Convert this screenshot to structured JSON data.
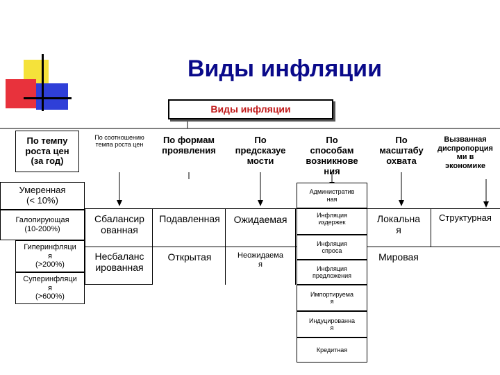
{
  "slide_title": "Виды инфляции",
  "root_label": "Виды инфляции",
  "categories": {
    "by_rate": "По темпу\nроста цен\n(за год)",
    "by_ratio": "По соотношению\nтемпа роста цен",
    "by_form": "По формам\nпроявления",
    "by_expectation": "По\nпредсказуе\nмости",
    "by_origin": "По\nспособам\nвозникнове\nния",
    "by_scale": "По\nмасштабу\nохвата",
    "by_disproportion": "Вызванная\nдиспропорция\nми в\nэкономике"
  },
  "rate_items": [
    "Умеренная\n(< 10%)",
    "Галопирующая\n(10-200%)",
    "Гиперинфляци\nя\n(>200%)",
    "Суперинфляци\nя\n(>600%)"
  ],
  "ratio_items": [
    "Сбалансир\nованная",
    "Несбаланс\nированная"
  ],
  "form_items": [
    "Подавленная",
    "Открытая"
  ],
  "expectation_items": [
    "Ожидаемая",
    "Неожидаема\nя"
  ],
  "origin_items": [
    "Административ\nная",
    "Инфляция\nиздержек",
    "Инфляция\nспроса",
    "Инфляция\nпредложения",
    "Импортируема\nя",
    "Индуцированна\nя",
    "Кредитная"
  ],
  "scale_items": [
    "Локальна\nя",
    "Мировая"
  ],
  "disproportion_items": [
    "Структурная"
  ],
  "colors": {
    "deco_yellow": "#F5E23A",
    "deco_red": "#E8323C",
    "deco_blue": "#2F3FD8",
    "line": "#000000",
    "background": "#FFFFFF"
  }
}
